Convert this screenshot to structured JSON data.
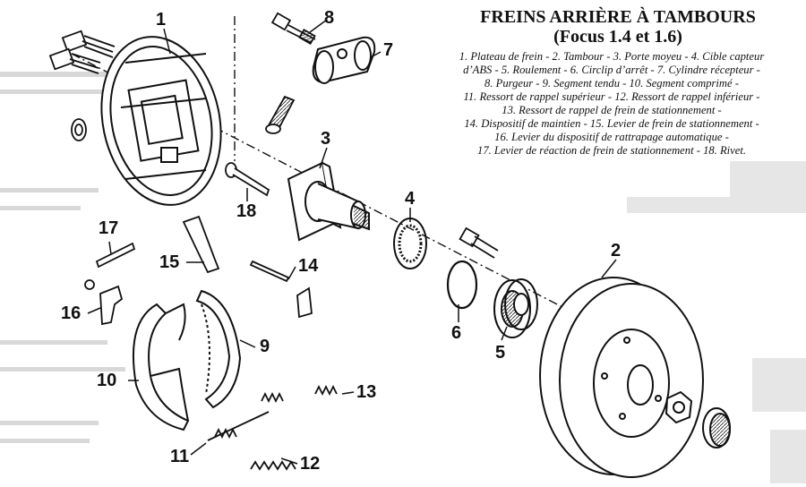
{
  "title": {
    "line1": "FREINS ARRIÈRE À TAMBOURS",
    "line2": "(Focus 1.4 et 1.6)"
  },
  "legend_lines": [
    "1. Plateau de frein - 2. Tambour - 3. Porte moyeu - 4. Cible capteur",
    "d’ABS - 5. Roulement - 6. Circlip d’arrêt - 7. Cylindre récepteur -",
    "8. Purgeur - 9. Segment tendu - 10. Segment comprimé -",
    "11. Ressort de rappel supérieur - 12. Ressort de rappel inférieur -",
    "13. Ressort de rappel de frein de stationnement -",
    "14. Dispositif de maintien - 15. Levier de frein de stationnement -",
    "16. Levier du dispositif de rattrapage automatique -",
    "17. Levier de réaction de frein de stationnement - 18. Rivet."
  ],
  "callouts": {
    "n1": "1",
    "n2": "2",
    "n3": "3",
    "n4": "4",
    "n5": "5",
    "n6": "6",
    "n7": "7",
    "n8": "8",
    "n9": "9",
    "n10": "10",
    "n11": "11",
    "n12": "12",
    "n13": "13",
    "n14": "14",
    "n15": "15",
    "n16": "16",
    "n17": "17",
    "n18": "18"
  }
}
